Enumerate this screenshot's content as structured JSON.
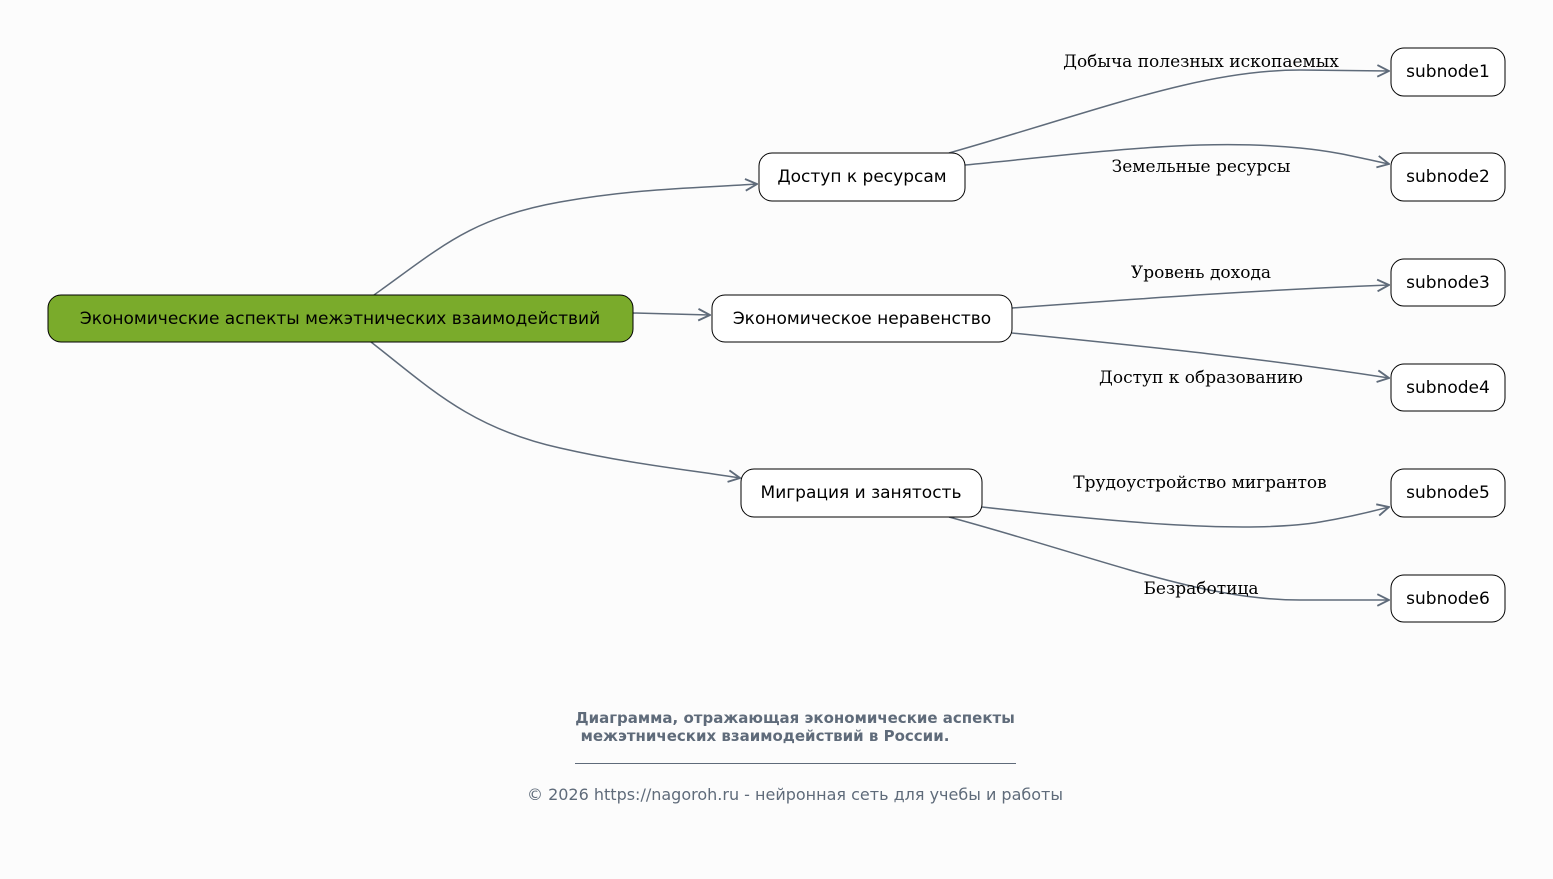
{
  "root": {
    "label": "Экономические аспекты межэтнических взаимодействий",
    "color": "#7aab2b"
  },
  "branches": [
    {
      "label": "Доступ к ресурсам"
    },
    {
      "label": "Экономическое неравенство"
    },
    {
      "label": "Миграция и занятость"
    }
  ],
  "subnodes": [
    {
      "label": "subnode1",
      "edge_label": "Добыча полезных ископаемых"
    },
    {
      "label": "subnode2",
      "edge_label": "Земельные ресурсы"
    },
    {
      "label": "subnode3",
      "edge_label": "Уровень дохода"
    },
    {
      "label": "subnode4",
      "edge_label": "Доступ к образованию"
    },
    {
      "label": "subnode5",
      "edge_label": "Трудоустройство мигрантов"
    },
    {
      "label": "subnode6",
      "edge_label": "Безработица"
    }
  ],
  "caption": {
    "title_line1": "Диаграмма, отражающая экономические аспекты",
    "title_line2": "межэтнических взаимодействий в России.",
    "copyright": "© 2026 https://nagoroh.ru - нейронная сеть для учебы и работы"
  },
  "colors": {
    "edge": "#5f6b7a",
    "background": "#fcfcfc"
  }
}
